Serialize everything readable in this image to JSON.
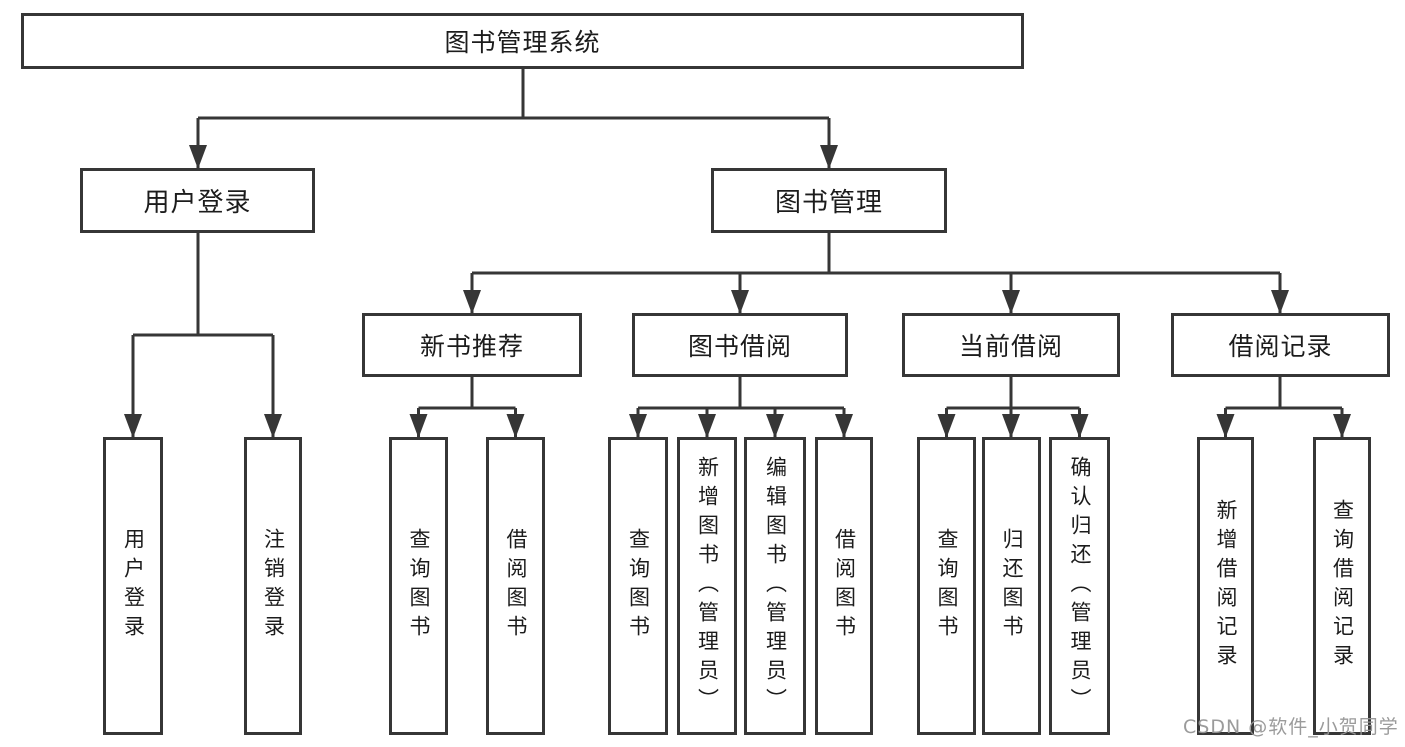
{
  "diagram": {
    "type": "tree",
    "root": {
      "label": "图书管理系统"
    },
    "level2": [
      {
        "id": "user-login",
        "label": "用户登录"
      },
      {
        "id": "book-management",
        "label": "图书管理"
      }
    ],
    "level3": [
      {
        "id": "new-book-recommend",
        "parent": "book-management",
        "label": "新书推荐"
      },
      {
        "id": "book-borrow",
        "parent": "book-management",
        "label": "图书借阅"
      },
      {
        "id": "current-borrow",
        "parent": "book-management",
        "label": "当前借阅"
      },
      {
        "id": "borrow-records",
        "parent": "book-management",
        "label": "借阅记录"
      }
    ],
    "leaves": [
      {
        "id": "leaf-user-login",
        "parent": "user-login",
        "label": "用户登录"
      },
      {
        "id": "leaf-logout",
        "parent": "user-login",
        "label": "注销登录"
      },
      {
        "id": "leaf-query-books-recommend",
        "parent": "new-book-recommend",
        "label": "查询图书"
      },
      {
        "id": "leaf-borrow-books-recommend",
        "parent": "new-book-recommend",
        "label": "借阅图书"
      },
      {
        "id": "leaf-query-books-borrow",
        "parent": "book-borrow",
        "label": "查询图书"
      },
      {
        "id": "leaf-add-book-admin",
        "parent": "book-borrow",
        "label": "新增图书（管理员）"
      },
      {
        "id": "leaf-edit-book-admin",
        "parent": "book-borrow",
        "label": "编辑图书（管理员）"
      },
      {
        "id": "leaf-borrow-books-borrow",
        "parent": "book-borrow",
        "label": "借阅图书"
      },
      {
        "id": "leaf-query-books-current",
        "parent": "current-borrow",
        "label": "查询图书"
      },
      {
        "id": "leaf-return-books",
        "parent": "current-borrow",
        "label": "归还图书"
      },
      {
        "id": "leaf-confirm-return-admin",
        "parent": "current-borrow",
        "label": "确认归还（管理员）"
      },
      {
        "id": "leaf-add-borrow-record",
        "parent": "borrow-records",
        "label": "新增借阅记录"
      },
      {
        "id": "leaf-query-borrow-record",
        "parent": "borrow-records",
        "label": "查询借阅记录"
      }
    ]
  },
  "watermark": {
    "text": "CSDN @软件_小贺同学",
    "color": "#9a9a9a"
  },
  "colors": {
    "background": "#ffffff",
    "line": "#363636",
    "box_border": "#363636",
    "text": "#1c1c1c"
  }
}
